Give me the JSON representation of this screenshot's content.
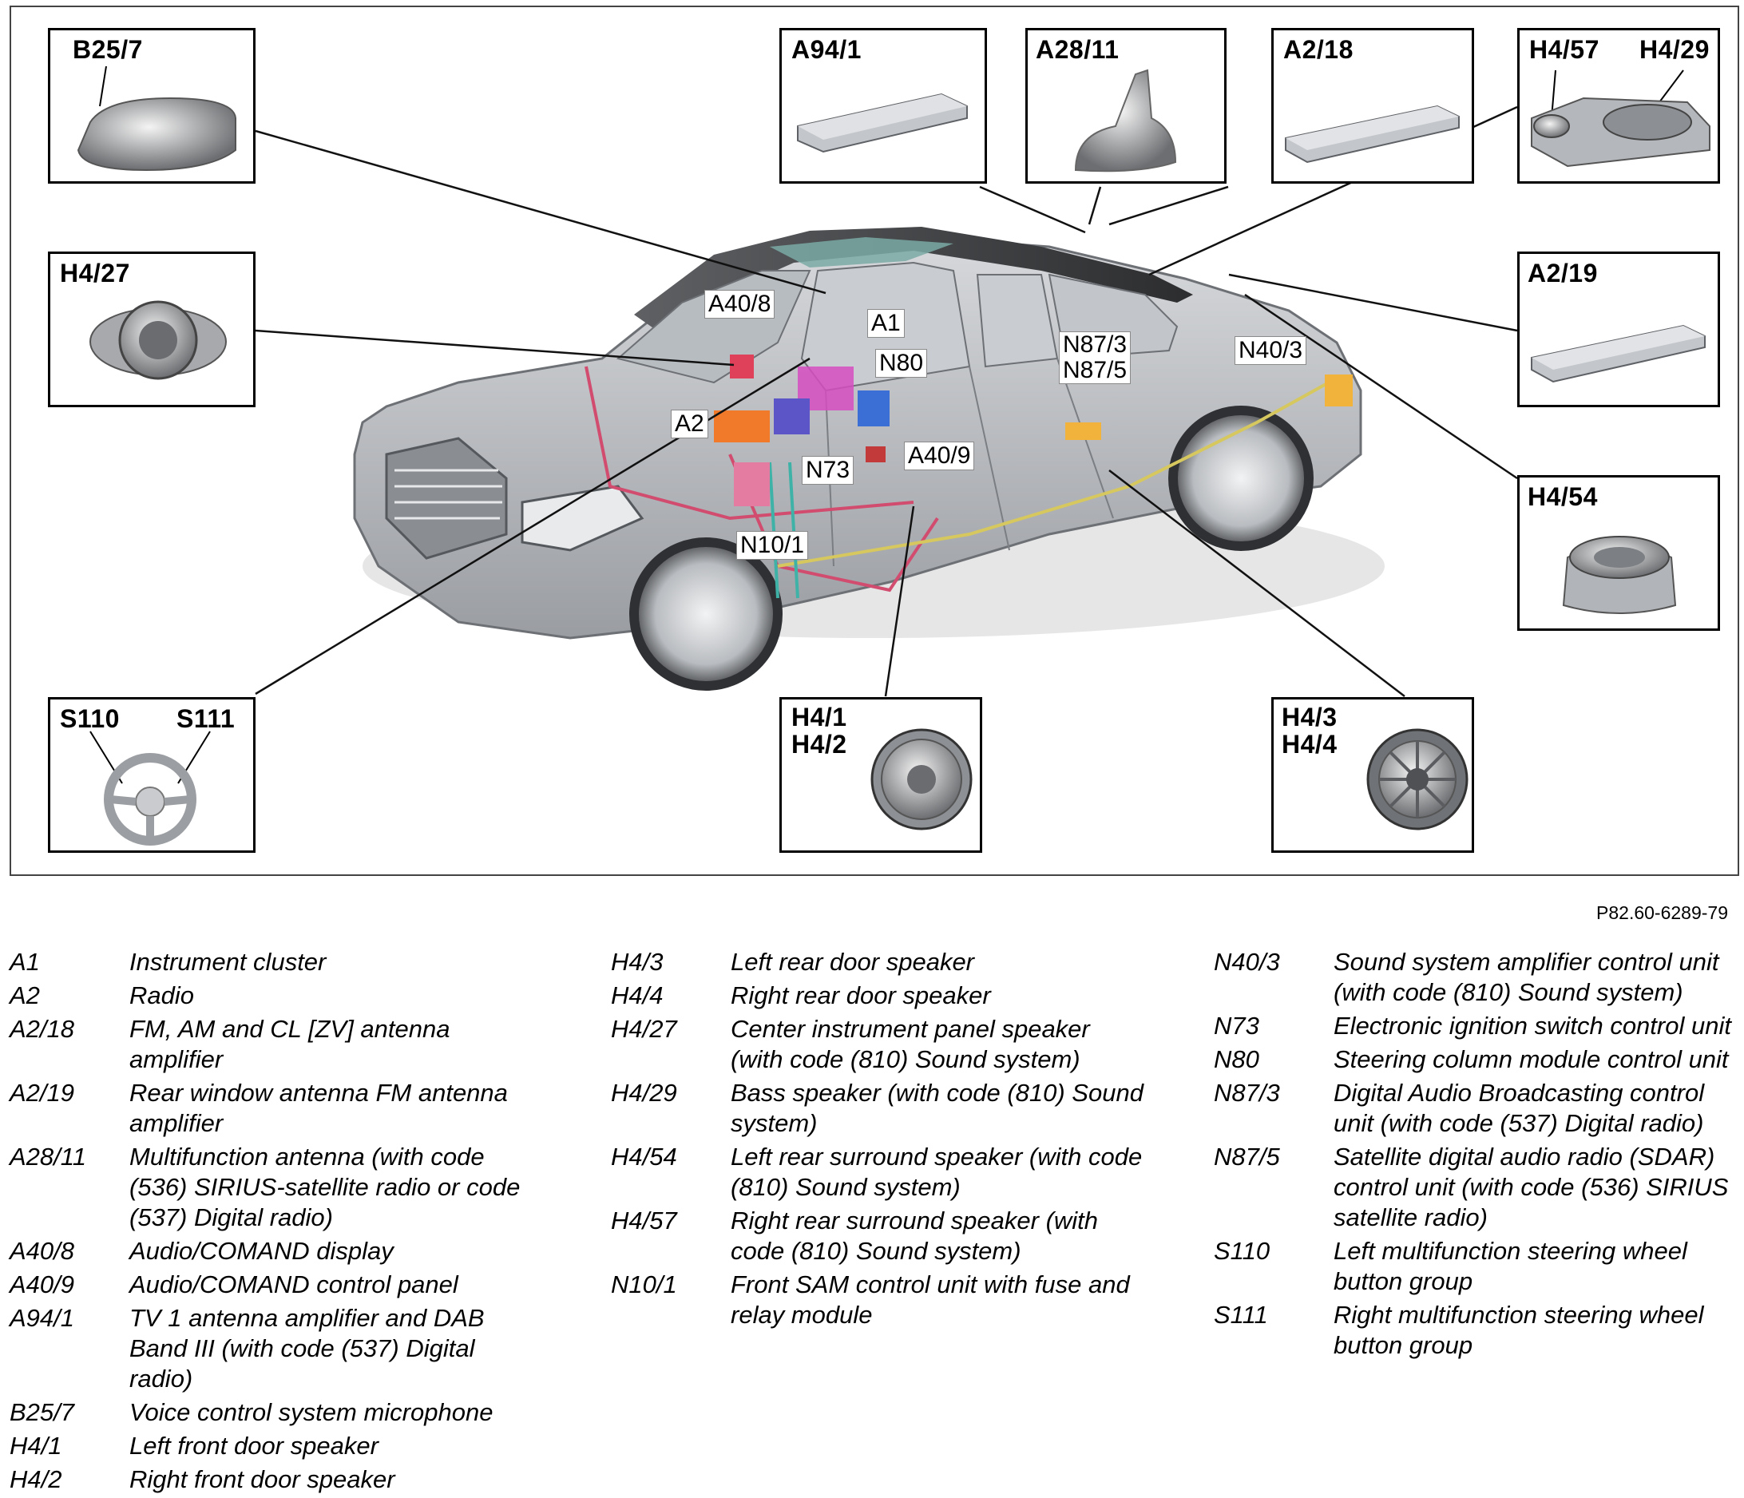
{
  "figure_ref": "P82.60-6289-79",
  "boxes": {
    "b25_7": [
      "B25/7"
    ],
    "h4_27": [
      "H4/27"
    ],
    "s110_s111": [
      "S110",
      "S111"
    ],
    "a94_1": [
      "A94/1"
    ],
    "a28_11": [
      "A28/11"
    ],
    "a2_18": [
      "A2/18"
    ],
    "h4_57_h4_29": [
      "H4/57",
      "H4/29"
    ],
    "a2_19": [
      "A2/19"
    ],
    "h4_54": [
      "H4/54"
    ],
    "h4_1_h4_2": [
      "H4/1",
      "H4/2"
    ],
    "h4_3_h4_4": [
      "H4/3",
      "H4/4"
    ]
  },
  "callouts": {
    "a40_8": "A40/8",
    "a1": "A1",
    "n80": "N80",
    "a2": "A2",
    "n73": "N73",
    "a40_9": "A40/9",
    "n10_1": "N10/1",
    "n87_3": "N87/3",
    "n87_5": "N87/5",
    "n40_3": "N40/3"
  },
  "legend": {
    "col1": [
      {
        "code": "A1",
        "desc": "Instrument cluster"
      },
      {
        "code": "A2",
        "desc": "Radio"
      },
      {
        "code": "A2/18",
        "desc": "FM, AM and CL [ZV] antenna amplifier"
      },
      {
        "code": "A2/19",
        "desc": "Rear window antenna FM antenna amplifier"
      },
      {
        "code": "A28/11",
        "desc": "Multifunction antenna (with code (536) SIRIUS-satellite radio or code (537) Digital radio)"
      },
      {
        "code": "A40/8",
        "desc": "Audio/COMAND display"
      },
      {
        "code": "A40/9",
        "desc": "Audio/COMAND control panel"
      },
      {
        "code": "A94/1",
        "desc": "TV 1 antenna amplifier and DAB Band III (with code (537) Digital radio)"
      },
      {
        "code": "B25/7",
        "desc": "Voice control system microphone"
      },
      {
        "code": "H4/1",
        "desc": "Left front door speaker"
      },
      {
        "code": "H4/2",
        "desc": "Right front door speaker"
      }
    ],
    "col2": [
      {
        "code": "H4/3",
        "desc": "Left rear door speaker"
      },
      {
        "code": "H4/4",
        "desc": "Right rear door speaker"
      },
      {
        "code": "H4/27",
        "desc": "Center instrument panel speaker (with code (810) Sound system)"
      },
      {
        "code": "H4/29",
        "desc": "Bass speaker (with code (810) Sound system)"
      },
      {
        "code": "H4/54",
        "desc": "Left rear surround speaker (with code (810) Sound system)"
      },
      {
        "code": "H4/57",
        "desc": "Right rear surround speaker (with code (810) Sound system)"
      },
      {
        "code": "N10/1",
        "desc": "Front SAM control unit with fuse and relay module"
      }
    ],
    "col3": [
      {
        "code": "N40/3",
        "desc": "Sound system amplifier control unit (with code (810) Sound system)"
      },
      {
        "code": "N73",
        "desc": "Electronic ignition switch control unit"
      },
      {
        "code": "N80",
        "desc": "Steering column module control unit"
      },
      {
        "code": "N87/3",
        "desc": "Digital Audio Broadcasting control unit (with code (537) Digital radio)"
      },
      {
        "code": "N87/5",
        "desc": "Satellite digital audio radio (SDAR) control unit (with code (536) SIRIUS satellite radio)"
      },
      {
        "code": "S110",
        "desc": "Left multifunction steering wheel button group"
      },
      {
        "code": "S111",
        "desc": "Right multifunction steering wheel button group"
      }
    ]
  }
}
